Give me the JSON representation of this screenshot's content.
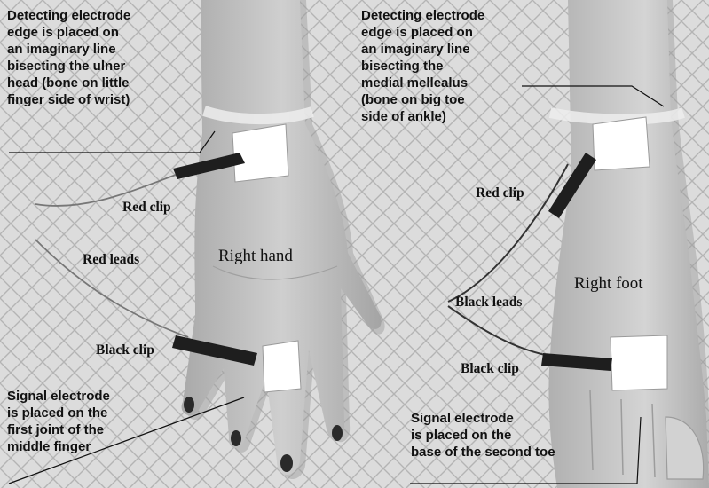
{
  "labels": {
    "hand_detect": "Detecting electrode\nedge is placed on\nan imaginary line\nbisecting the ulner\nhead (bone on little\nfinger side of wrist)",
    "foot_detect": "Detecting electrode\nedge is placed on\nan imaginary line\nbisecting the\nmedial mellealus\n(bone on big toe\nside of ankle)",
    "hand_red_clip": "Red clip",
    "red_leads": "Red leads",
    "right_hand": "Right hand",
    "hand_black_clip": "Black clip",
    "hand_signal": "Signal electrode\nis placed on the\nfirst joint of the\nmiddle finger",
    "foot_red_clip": "Red clip",
    "right_foot": "Right foot",
    "black_leads": "Black leads",
    "foot_black_clip": "Black clip",
    "foot_signal": "Signal electrode\nis placed on the\nbase of the second toe"
  },
  "colors": {
    "background": "#dcdcdc",
    "grid_line": "#b4b4b4",
    "skin": "#bdbdbd",
    "electrode_pad": "#ffffff",
    "clip": "#1e1e1e",
    "text": "#111111"
  }
}
